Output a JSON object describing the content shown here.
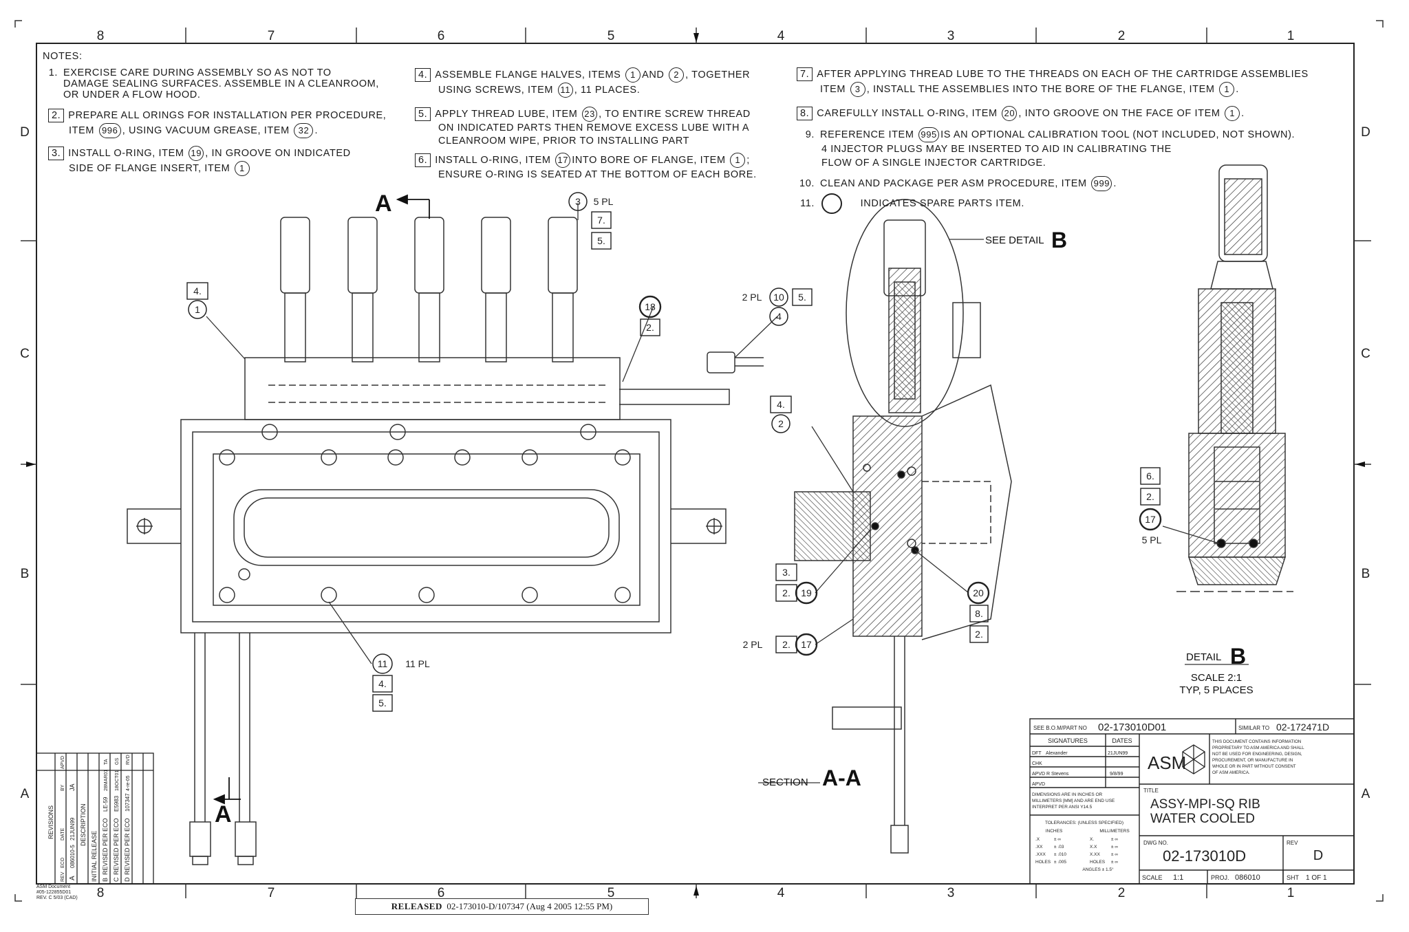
{
  "zone_numbers": [
    "8",
    "7",
    "6",
    "5",
    "4",
    "3",
    "2",
    "1"
  ],
  "zone_letters": [
    "D",
    "C",
    "B",
    "A"
  ],
  "notes_header": "NOTES:",
  "notes": {
    "n1": {
      "num": "1.",
      "l1": "EXERCISE CARE DURING ASSEMBLY SO AS NOT TO",
      "l2": "DAMAGE SEALING SURFACES. ASSEMBLE IN A CLEANROOM,",
      "l3": "OR UNDER A FLOW HOOD."
    },
    "n2": {
      "num": "2.",
      "l1": "PREPARE ALL ORINGS FOR INSTALLATION PER PROCEDURE,",
      "l2a": "ITEM",
      "c1": "996",
      "l2b": ", USING VACUUM GREASE, ITEM",
      "c2": "32",
      "l2c": "."
    },
    "n3": {
      "num": "3.",
      "l1a": "INSTALL O-RING, ITEM",
      "c1": "19",
      "l1b": ", IN GROOVE ON INDICATED",
      "l2a": "SIDE OF FLANGE INSERT, ITEM",
      "c2": "1"
    },
    "n4": {
      "num": "4.",
      "l1a": "ASSEMBLE FLANGE HALVES, ITEMS",
      "c1": "1",
      "l1b": "AND",
      "c2": "2",
      "l1c": ", TOGETHER",
      "l2a": "USING SCREWS, ITEM",
      "c3": "11",
      "l2b": ", 11 PLACES."
    },
    "n5": {
      "num": "5.",
      "l1a": "APPLY THREAD LUBE, ITEM",
      "c1": "23",
      "l1b": ", TO ENTIRE SCREW THREAD",
      "l2": "ON INDICATED PARTS THEN REMOVE EXCESS LUBE WITH A",
      "l3": "CLEANROOM WIPE, PRIOR TO INSTALLING PART"
    },
    "n6": {
      "num": "6.",
      "l1a": "INSTALL O-RING, ITEM",
      "c1": "17",
      "l1b": "INTO BORE OF FLANGE, ITEM",
      "c2": "1",
      "l1c": ";",
      "l2": "ENSURE O-RING IS SEATED AT THE BOTTOM OF EACH BORE."
    },
    "n7": {
      "num": "7.",
      "l1": "AFTER APPLYING THREAD LUBE TO THE THREADS ON EACH OF THE CARTRIDGE ASSEMBLIES",
      "l2a": "ITEM",
      "c1": "3",
      "l2b": ", INSTALL THE ASSEMBLIES INTO THE BORE OF THE FLANGE, ITEM",
      "c2": "1",
      "l2c": "."
    },
    "n8": {
      "num": "8.",
      "l1a": "CAREFULLY INSTALL O-RING, ITEM",
      "c1": "20",
      "l1b": ", INTO GROOVE ON THE FACE OF ITEM",
      "c2": "1",
      "l1c": "."
    },
    "n9": {
      "num": "9.",
      "l1a": "REFERENCE ITEM",
      "c1": "995",
      "l1b": "IS AN OPTIONAL CALIBRATION TOOL (NOT INCLUDED, NOT SHOWN).",
      "l2": "4 INJECTOR PLUGS MAY BE INSERTED TO AID IN CALIBRATING THE",
      "l3": "FLOW OF A SINGLE INJECTOR CARTRIDGE."
    },
    "n10": {
      "num": "10.",
      "l1a": "CLEAN AND PACKAGE PER ASM PROCEDURE, ITEM",
      "c1": "999",
      "l1b": "."
    },
    "n11": {
      "num": "11.",
      "l1": "INDICATES SPARE PARTS ITEM."
    }
  },
  "callouts": {
    "main_5pl": "5 PL",
    "main_11pl": "11 PL",
    "pl2_a": "2 PL",
    "pl2_b": "2 PL",
    "detail_5pl": "5 PL",
    "item_1": "1",
    "item_2": "2",
    "item_3": "3",
    "item_4": "4",
    "item_10": "10",
    "item_11": "11",
    "item_17": "17",
    "item_18": "18",
    "item_19": "19",
    "item_20": "20",
    "box_2": "2.",
    "box_3": "3.",
    "box_4": "4.",
    "box_5": "5.",
    "box_6": "6.",
    "box_7": "7.",
    "box_8": "8."
  },
  "section_marker": "A",
  "see_detail": "SEE DETAIL",
  "detail_letter": "B",
  "section_label": "SECTION",
  "section_letters": "A-A",
  "detail_label": "DETAIL",
  "detail_scale": "SCALE 2:1",
  "detail_typ": "TYP, 5 PLACES",
  "title_block": {
    "bom_label": "SEE B.O.M/PART NO",
    "bom_value": "02-173010D01",
    "similar_label": "SIMILAR TO",
    "similar_value": "02-172471D",
    "signatures": "SIGNATURES",
    "dates": "DATES",
    "dft_label": "DFT",
    "dft_name": "Alexander",
    "dft_date": "21JUN99",
    "chk_label": "CHK",
    "apvd_r_label": "APVD R Stevens",
    "apvd_r_date": "9/8/99",
    "apvd_label": "APVD",
    "dims_note_1": "DIMENSIONS ARE IN INCHES OR",
    "dims_note_2": "MILLIMETERS [MM] AND ARE END USE",
    "dims_note_3": "INTERPRET PER ANSI Y14.5",
    "tol_header": "TOLERANCES: (UNLESS SPECIFIED)",
    "tol_inches": "INCHES",
    "tol_mm": "MILLIMETERS",
    "tol_rows": [
      {
        "a": ".X",
        "b": "± ∞",
        "c": "X.",
        "d": "± ∞"
      },
      {
        "a": ".XX",
        "b": "± .03",
        "c": "X.X",
        "d": "± ∞"
      },
      {
        "a": ".XXX",
        "b": "± .010",
        "c": "X.XX",
        "d": "± ∞"
      },
      {
        "a": "HOLES",
        "b": "± .005",
        "c": "HOLES",
        "d": "± ∞"
      }
    ],
    "angles": "ANGLES ± 1.5°",
    "company": "ASM",
    "proprietary_1": "THIS DOCUMENT CONTAINS INFORMATION",
    "proprietary_2": "PROPRIETARY TO ASM AMERICA AND SHALL",
    "proprietary_3": "NOT BE USED FOR ENGINEERING, DESIGN,",
    "proprietary_4": "PROCUREMENT, OR MANUFACTURE IN",
    "proprietary_5": "WHOLE OR IN PART WITHOUT CONSENT",
    "proprietary_6": "OF ASM AMERICA.",
    "title_label": "TITLE",
    "title_1": "ASSY-MPI-SQ RIB",
    "title_2": "WATER COOLED",
    "dwg_label": "DWG NO.",
    "dwg_no": "02-173010D",
    "rev_label": "REV",
    "rev_value": "D",
    "scale_label": "SCALE",
    "scale_value": "1:1",
    "proj_label": "PROJ.",
    "proj_value": "086010",
    "sht_label": "SHT",
    "sht_value": "1 OF 1"
  },
  "revisions": {
    "header": "REVISIONS",
    "col_rev": "REV",
    "col_eco": "ECO",
    "col_date": "DATE",
    "col_by": "BY",
    "col_apvd": "APVD",
    "col_desc": "DESCRIPTION",
    "rows": [
      {
        "rev": "A",
        "eco": "086010-5",
        "date": "21JUN99",
        "by": "JA",
        "desc": "INITIAL RELEASE"
      },
      {
        "rev": "B",
        "eco": "LE-59",
        "date": "28MAR01",
        "by": "TA",
        "desc": "REVISED PER ECO"
      },
      {
        "rev": "C",
        "eco": "E5983",
        "date": "18OCT01",
        "by": "GS",
        "desc": "REVISED PER ECO"
      },
      {
        "rev": "D",
        "eco": "107347",
        "date": "4-re-05",
        "by": "RVD",
        "desc": "REVISED PER ECO"
      }
    ]
  },
  "doc_ref_1": "ASM Document",
  "doc_ref_2": "#05-122855D01",
  "doc_ref_3": "REV. C 5/03  (CAD)",
  "released_label": "RELEASED",
  "released_text": "02-173010-D/107347 (Aug 4 2005 12:55 PM)"
}
